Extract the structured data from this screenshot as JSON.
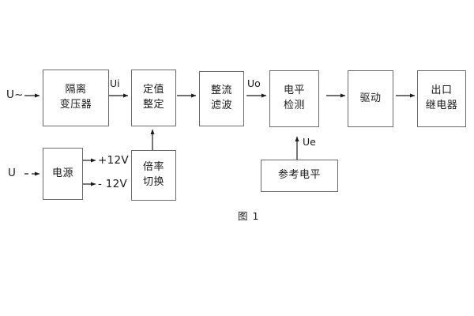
{
  "figure": {
    "caption": "图 1",
    "stroke_color": "#6b6b6b",
    "text_color": "#1a1a1a",
    "background": "#ffffff"
  },
  "inputs": {
    "ac_source": "U~",
    "dc_source": "U"
  },
  "signals": {
    "ui": "Ui",
    "uo": "Uo",
    "ue": "Ue"
  },
  "rails": {
    "positive": "+12V",
    "negative": "- 12V"
  },
  "main_chain": [
    {
      "id": "isolation-transformer",
      "line1": "隔离",
      "line2": "变压器"
    },
    {
      "id": "setting-value",
      "line1": "定值",
      "line2": "整定"
    },
    {
      "id": "rectify-filter",
      "line1": "整流",
      "line2": "滤波"
    },
    {
      "id": "level-detection",
      "line1": "电平",
      "line2": "检测"
    },
    {
      "id": "drive",
      "line1": "驱动",
      "line2": ""
    },
    {
      "id": "output-relay",
      "line1": "出口",
      "line2": "继电器"
    }
  ],
  "aux_blocks": [
    {
      "id": "power-supply",
      "line1": "电源",
      "line2": ""
    },
    {
      "id": "multiplier-switch",
      "line1": "倍率",
      "line2": "切换"
    },
    {
      "id": "reference-level",
      "line1": "参考电平",
      "line2": ""
    }
  ]
}
